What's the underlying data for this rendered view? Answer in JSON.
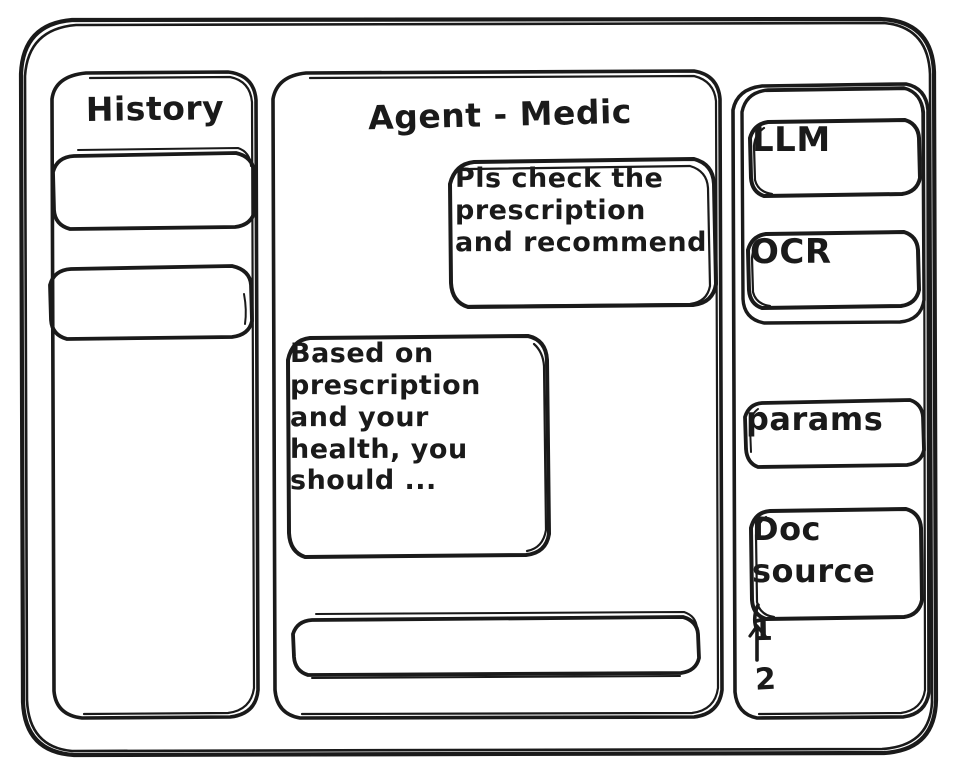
{
  "window": {
    "style": "hand-drawn-wireframe",
    "ink_color": "#1a1a1a",
    "background_color": "#ffffff"
  },
  "sidebar_left": {
    "title": "History",
    "items": [
      {
        "label": ""
      },
      {
        "label": ""
      }
    ]
  },
  "main": {
    "title": "Agent - Medic",
    "messages": [
      {
        "role": "user",
        "align": "right",
        "text": "Pls check the\nprescription\nand recommend"
      },
      {
        "role": "agent",
        "align": "left",
        "text": "Based on\nprescription\nand your\nhealth, you\nshould ..."
      }
    ],
    "composer": {
      "value": "",
      "placeholder": ""
    }
  },
  "sidebar_right": {
    "models": [
      {
        "label": "LLM"
      },
      {
        "label": "OCR"
      }
    ],
    "params": {
      "label": "params"
    },
    "doc_source": {
      "label": "Doc\nsource",
      "items": [
        {
          "label": "1"
        },
        {
          "label": "2"
        }
      ]
    }
  }
}
